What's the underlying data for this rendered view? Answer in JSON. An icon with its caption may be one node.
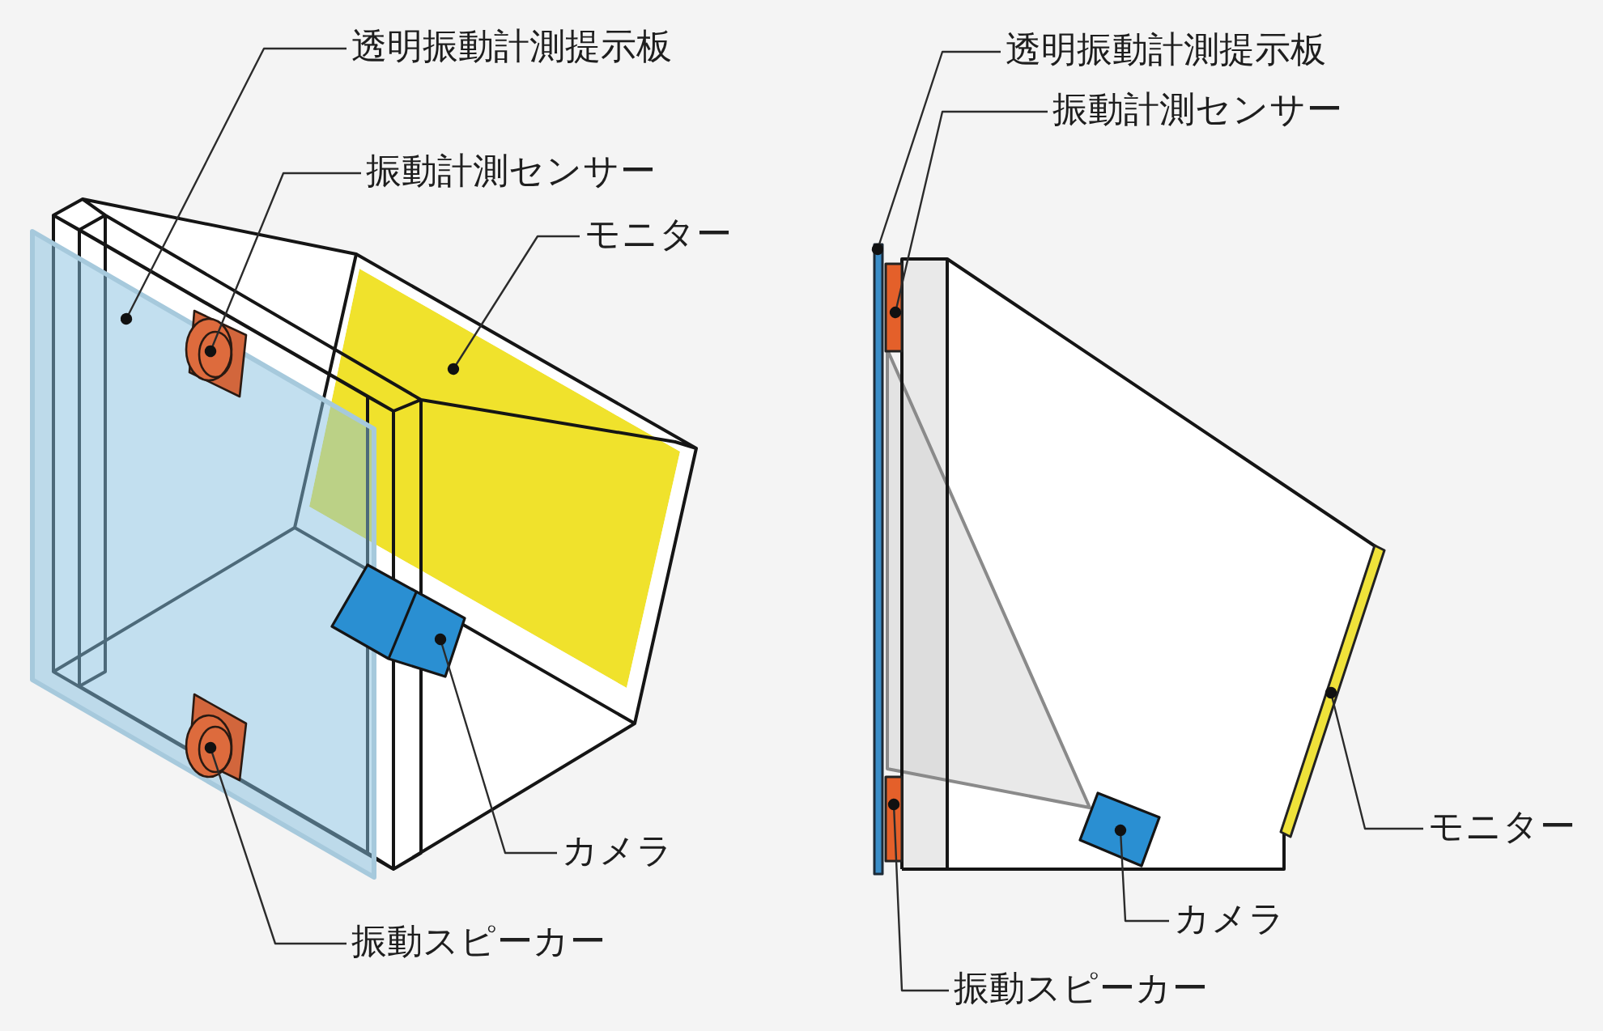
{
  "diagram": {
    "nodes": [
      {
        "text": [
          "透明振動計測提示板"
        ]
      },
      {
        "text": [],
        "shape": "box"
      },
      {
        "text": [
          "振動計測センサー"
        ]
      },
      {
        "text": [],
        "shape": "circle",
        "in": 1
      },
      {
        "text": [
          "モニター"
        ]
      },
      {
        "text": [],
        "shape": "box"
      },
      {
        "text": [
          "カメラ"
        ]
      },
      {
        "text": [],
        "shape": "box"
      },
      {
        "text": [
          "振動スピーカー"
        ]
      },
      {
        "text": [],
        "shape": "circle",
        "in": 1
      },
      {
        "text": [
          "透明振動計測提示板"
        ]
      },
      {
        "text": [],
        "shape": "bar"
      },
      {
        "text": [
          "振動計測センサー"
        ]
      },
      {
        "text": [],
        "shape": "bar"
      },
      {
        "text": [
          "モニター"
        ]
      },
      {
        "text": [],
        "shape": "bar"
      },
      {
        "text": [
          "カメラ"
        ]
      },
      {
        "text": [],
        "shape": "box"
      },
      {
        "text": [
          "振動スピーカー"
        ]
      },
      {
        "text": [],
        "shape": "bar"
      }
    ],
    "edges": [
      {
        "from": 0,
        "to": 1,
        "arrow": "other"
      },
      {
        "from": 2,
        "to": 3,
        "arrow": "other"
      },
      {
        "from": 4,
        "to": 5,
        "arrow": "other"
      },
      {
        "from": 6,
        "to": 7,
        "arrow": "other"
      },
      {
        "from": 8,
        "to": 9,
        "arrow": "other"
      },
      {
        "from": 10,
        "to": 11,
        "arrow": "other"
      },
      {
        "from": 12,
        "to": 13,
        "arrow": "other"
      },
      {
        "from": 14,
        "to": 15,
        "arrow": "other"
      },
      {
        "from": 16,
        "to": 17,
        "arrow": "other"
      },
      {
        "from": 18,
        "to": 19,
        "arrow": "other"
      }
    ]
  }
}
